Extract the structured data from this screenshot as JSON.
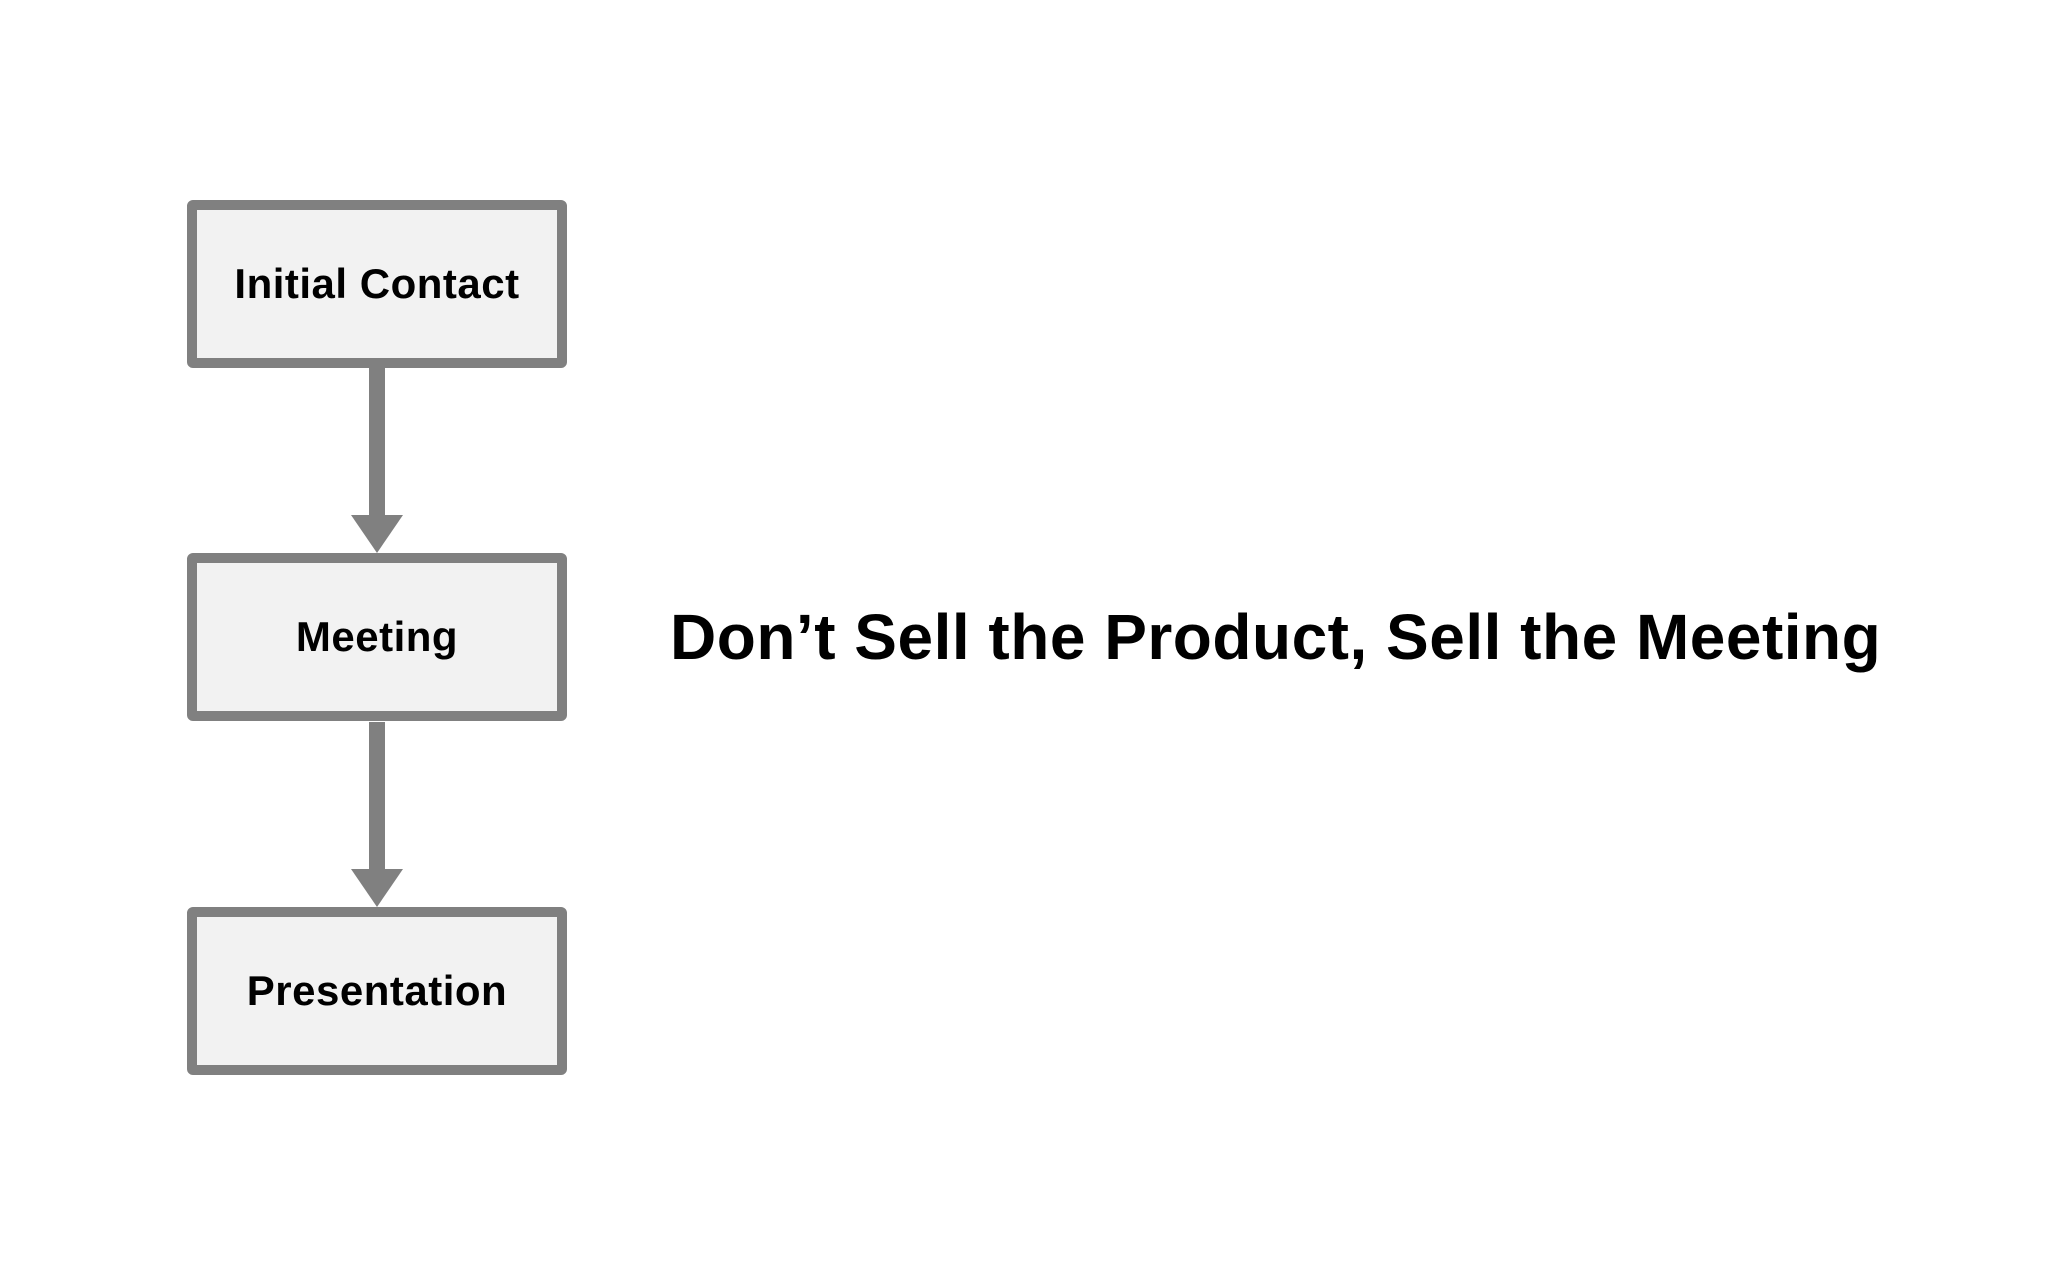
{
  "palette": {
    "background": "#ffffff",
    "box_fill": "#f2f2f2",
    "box_border": "#808080",
    "arrow": "#808080",
    "node_text": "#000000",
    "title_text": "#000000"
  },
  "title": {
    "text": "Don’t Sell the Product, Sell the Meeting"
  },
  "flowchart": {
    "type": "vertical-flow",
    "nodes": [
      {
        "id": "initial-contact",
        "label": "Initial Contact"
      },
      {
        "id": "meeting",
        "label": "Meeting"
      },
      {
        "id": "presentation",
        "label": "Presentation"
      }
    ],
    "edges": [
      {
        "from": "Initial Contact",
        "to": "Meeting",
        "direction": "down"
      },
      {
        "from": "Meeting",
        "to": "Presentation",
        "direction": "down"
      }
    ]
  }
}
